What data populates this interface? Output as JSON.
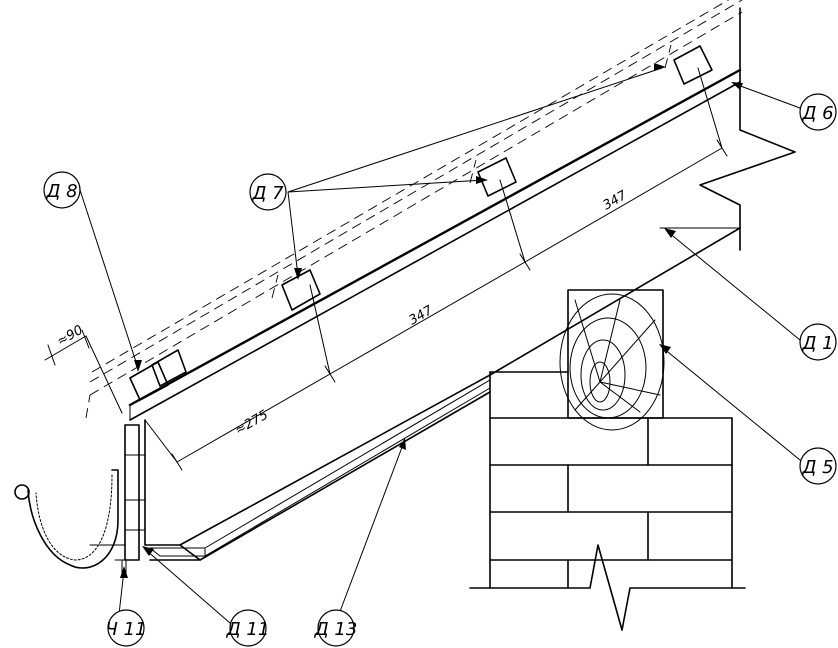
{
  "callouts": {
    "d1": "Д 1",
    "d5": "Д 5",
    "d6": "Д 6",
    "d7": "Д 7",
    "d8": "Д 8",
    "d11": "Д 11",
    "d13": "Д 13",
    "ch11": "Ч 11"
  },
  "dimensions": {
    "overhang": "≈90",
    "eave_span": "≈275",
    "span_1": "347",
    "span_2": "347"
  }
}
